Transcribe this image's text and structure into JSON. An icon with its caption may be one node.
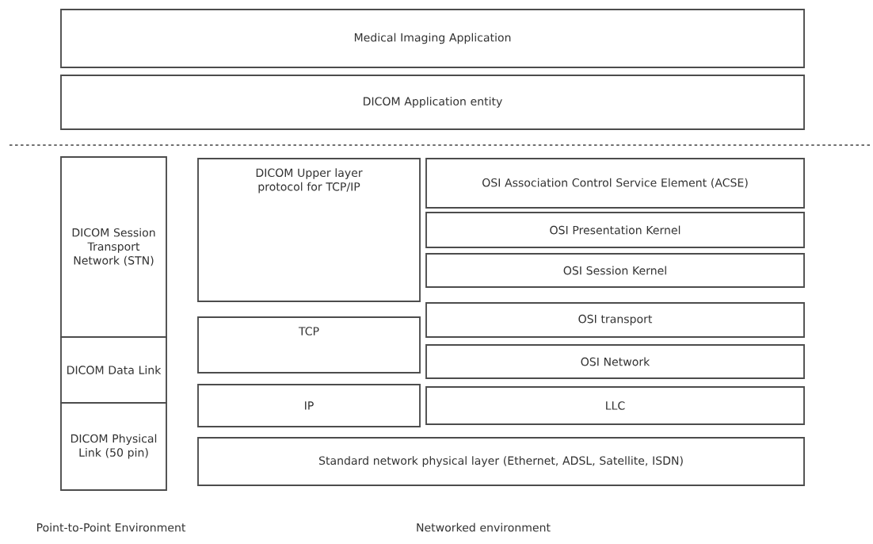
{
  "diagram": {
    "nodes": [
      {
        "text": [
          "Medical Imaging Application"
        ]
      },
      {
        "text": [
          "DICOM Application entity"
        ]
      },
      {
        "text": [
          "DICOM Session Transport Network (STN)"
        ]
      },
      {
        "text": [
          "DICOM Data Link"
        ]
      },
      {
        "text": [
          "DICOM Physical Link (50 pin)"
        ]
      },
      {
        "text": [
          "DICOM Upper layer protocol for TCP/IP"
        ]
      },
      {
        "text": [
          "OSI Association Control Service Element (ACSE)"
        ]
      },
      {
        "text": [
          "OSI Presentation Kernel"
        ]
      },
      {
        "text": [
          "OSI Session Kernel"
        ]
      },
      {
        "text": [
          "TCP"
        ]
      },
      {
        "text": [
          "OSI transport"
        ]
      },
      {
        "text": [
          "OSI Network"
        ]
      },
      {
        "text": [
          "IP"
        ]
      },
      {
        "text": [
          "LLC"
        ]
      },
      {
        "text": [
          "Standard network physical layer (Ethernet, ADSL, Satellite, ISDN)"
        ]
      }
    ],
    "labels": [
      "Point-to-Point Environment",
      "Networked environment"
    ]
  }
}
